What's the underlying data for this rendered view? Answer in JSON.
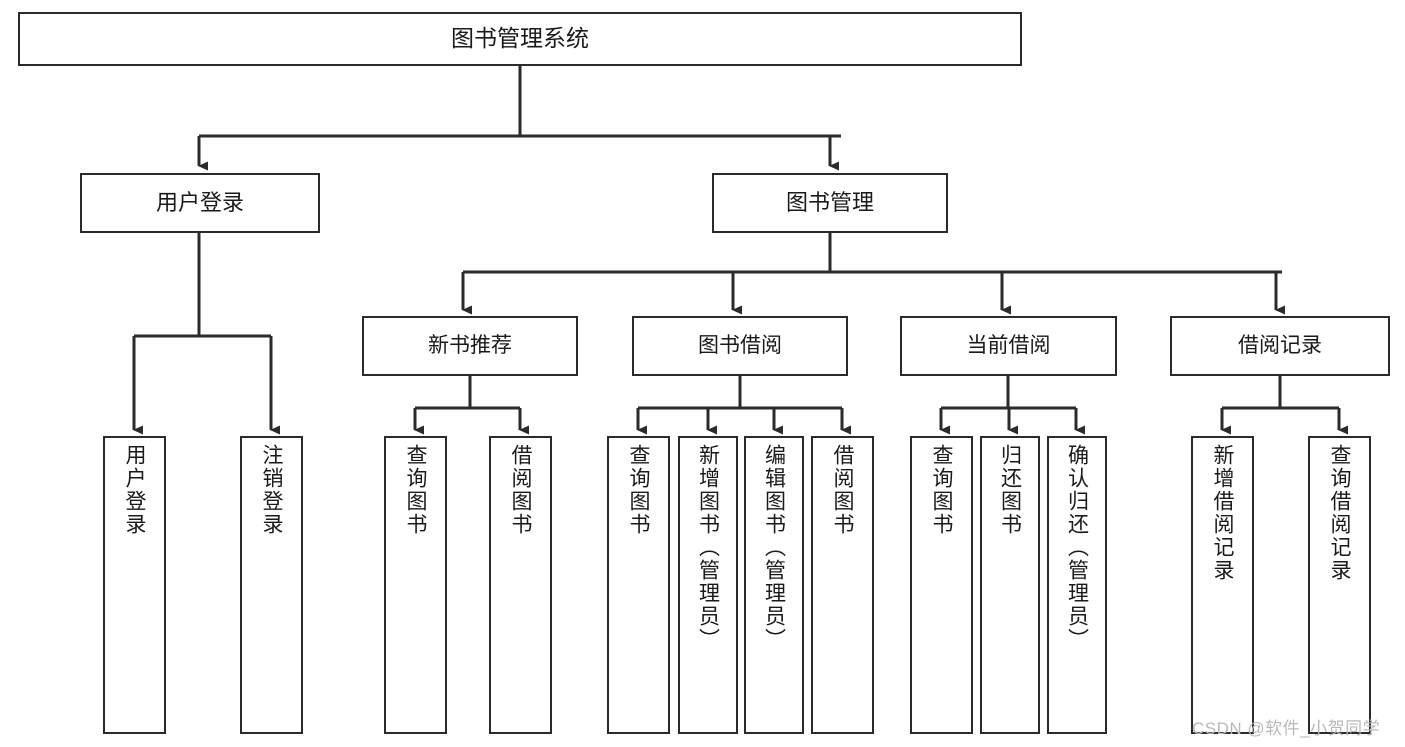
{
  "diagram": {
    "title_node": {
      "id": "root",
      "label": "图书管理系统"
    },
    "level1": [
      {
        "id": "user-login",
        "label": "用户登录"
      },
      {
        "id": "book-manage",
        "label": "图书管理"
      }
    ],
    "level2": [
      {
        "id": "new-book-recommend",
        "label": "新书推荐"
      },
      {
        "id": "book-borrow",
        "label": "图书借阅"
      },
      {
        "id": "current-borrow",
        "label": "当前借阅"
      },
      {
        "id": "borrow-record",
        "label": "借阅记录"
      }
    ],
    "leaves": {
      "user_login": [
        {
          "id": "leaf-user-login",
          "label": "用户登录"
        },
        {
          "id": "leaf-logout-login",
          "label": "注销登录"
        }
      ],
      "new_book_recommend": [
        {
          "id": "leaf-query-book-1",
          "label": "查询图书"
        },
        {
          "id": "leaf-borrow-book-1",
          "label": "借阅图书"
        }
      ],
      "book_borrow": [
        {
          "id": "leaf-query-book-2",
          "label": "查询图书"
        },
        {
          "id": "leaf-add-book",
          "label": "新增图书（管理员）"
        },
        {
          "id": "leaf-edit-book",
          "label": "编辑图书（管理员）"
        },
        {
          "id": "leaf-borrow-book-2",
          "label": "借阅图书"
        }
      ],
      "current_borrow": [
        {
          "id": "leaf-query-book-3",
          "label": "查询图书"
        },
        {
          "id": "leaf-return-book",
          "label": "归还图书"
        },
        {
          "id": "leaf-confirm-return",
          "label": "确认归还（管理员）"
        }
      ],
      "borrow_record": [
        {
          "id": "leaf-add-record",
          "label": "新增借阅记录"
        },
        {
          "id": "leaf-query-record",
          "label": "查询借阅记录"
        }
      ]
    }
  },
  "watermark": {
    "text": "CSDN @软件_小贺同学"
  },
  "colors": {
    "stroke": "#2b2b2b",
    "background": "#ffffff",
    "text": "#1a1a1a",
    "watermark": "#b9b9b9"
  }
}
